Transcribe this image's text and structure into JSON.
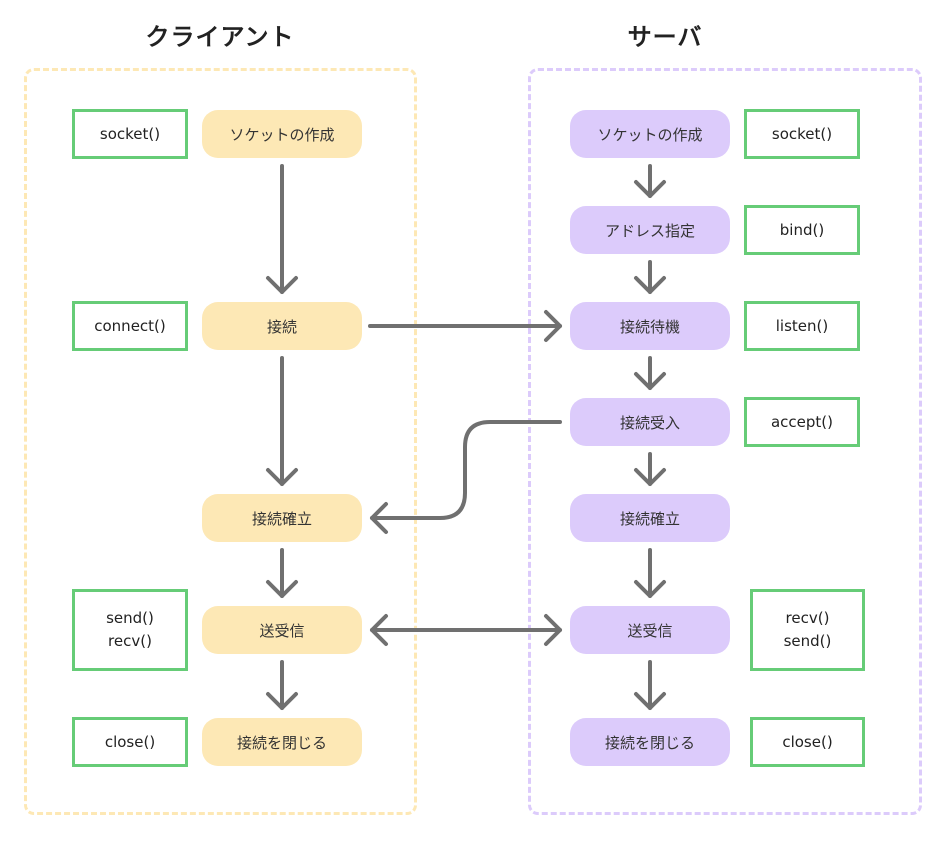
{
  "colors": {
    "client_fill": "#fde8b5",
    "client_border": "#fde8b5",
    "server_fill": "#dccbfb",
    "server_border": "#dccbfb",
    "api_border": "#66cc77",
    "arrow": "#707070"
  },
  "client": {
    "title": "クライアント",
    "steps": [
      {
        "label": "ソケットの作成"
      },
      {
        "label": "接続"
      },
      {
        "label": "接続確立"
      },
      {
        "label": "送受信"
      },
      {
        "label": "接続を閉じる"
      }
    ],
    "apis": [
      {
        "lines": [
          "socket()"
        ]
      },
      {
        "lines": [
          "connect()"
        ]
      },
      {
        "lines": [
          "send()",
          "recv()"
        ]
      },
      {
        "lines": [
          "close()"
        ]
      }
    ]
  },
  "server": {
    "title": "サーバ",
    "steps": [
      {
        "label": "ソケットの作成"
      },
      {
        "label": "アドレス指定"
      },
      {
        "label": "接続待機"
      },
      {
        "label": "接続受入"
      },
      {
        "label": "接続確立"
      },
      {
        "label": "送受信"
      },
      {
        "label": "接続を閉じる"
      }
    ],
    "apis": [
      {
        "lines": [
          "socket()"
        ]
      },
      {
        "lines": [
          "bind()"
        ]
      },
      {
        "lines": [
          "listen()"
        ]
      },
      {
        "lines": [
          "accept()"
        ]
      },
      {
        "lines": [
          "recv()",
          "send()"
        ]
      },
      {
        "lines": [
          "close()"
        ]
      }
    ]
  }
}
